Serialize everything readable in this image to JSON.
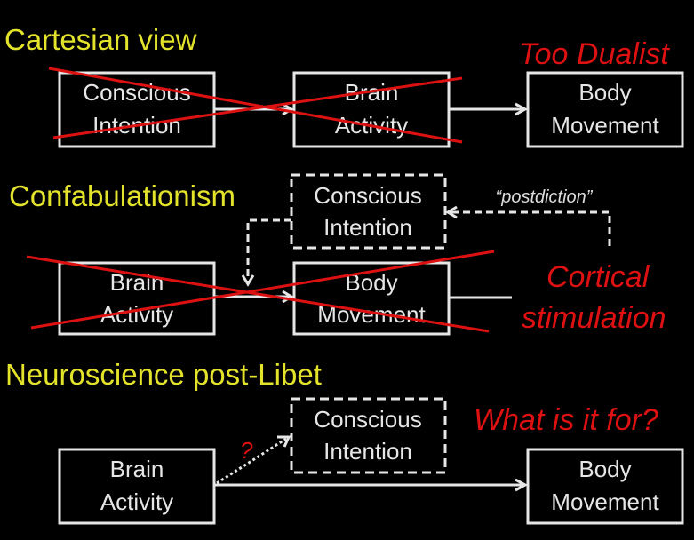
{
  "sections": [
    {
      "heading": "Cartesian view",
      "note": "Too Dualist",
      "boxes": [
        {
          "line1": "Conscious",
          "line2": "Intention",
          "style": "solid",
          "crossed": true
        },
        {
          "line1": "Brain",
          "line2": "Activity",
          "style": "solid",
          "crossed": true
        },
        {
          "line1": "Body",
          "line2": "Movement",
          "style": "solid",
          "crossed": false
        }
      ]
    },
    {
      "heading": "Confabulationism",
      "note_line1": "Cortical",
      "note_line2": "stimulation",
      "arrow_label": "“postdiction”",
      "boxes": [
        {
          "line1": "Conscious",
          "line2": "Intention",
          "style": "dashed",
          "crossed": false
        },
        {
          "line1": "Brain",
          "line2": "Activity",
          "style": "solid",
          "crossed": true
        },
        {
          "line1": "Body",
          "line2": "Movement",
          "style": "solid",
          "crossed": true
        }
      ]
    },
    {
      "heading": "Neuroscience post-Libet",
      "note": "What is it for?",
      "question_mark": "?",
      "boxes": [
        {
          "line1": "Conscious",
          "line2": "Intention",
          "style": "dashed",
          "crossed": false
        },
        {
          "line1": "Brain",
          "line2": "Activity",
          "style": "solid",
          "crossed": false
        },
        {
          "line1": "Body",
          "line2": "Movement",
          "style": "solid",
          "crossed": false
        }
      ]
    }
  ],
  "colors": {
    "background": "#000000",
    "heading": "#e3e32c",
    "accent_red": "#dd1111",
    "box": "#e6e6e6"
  }
}
